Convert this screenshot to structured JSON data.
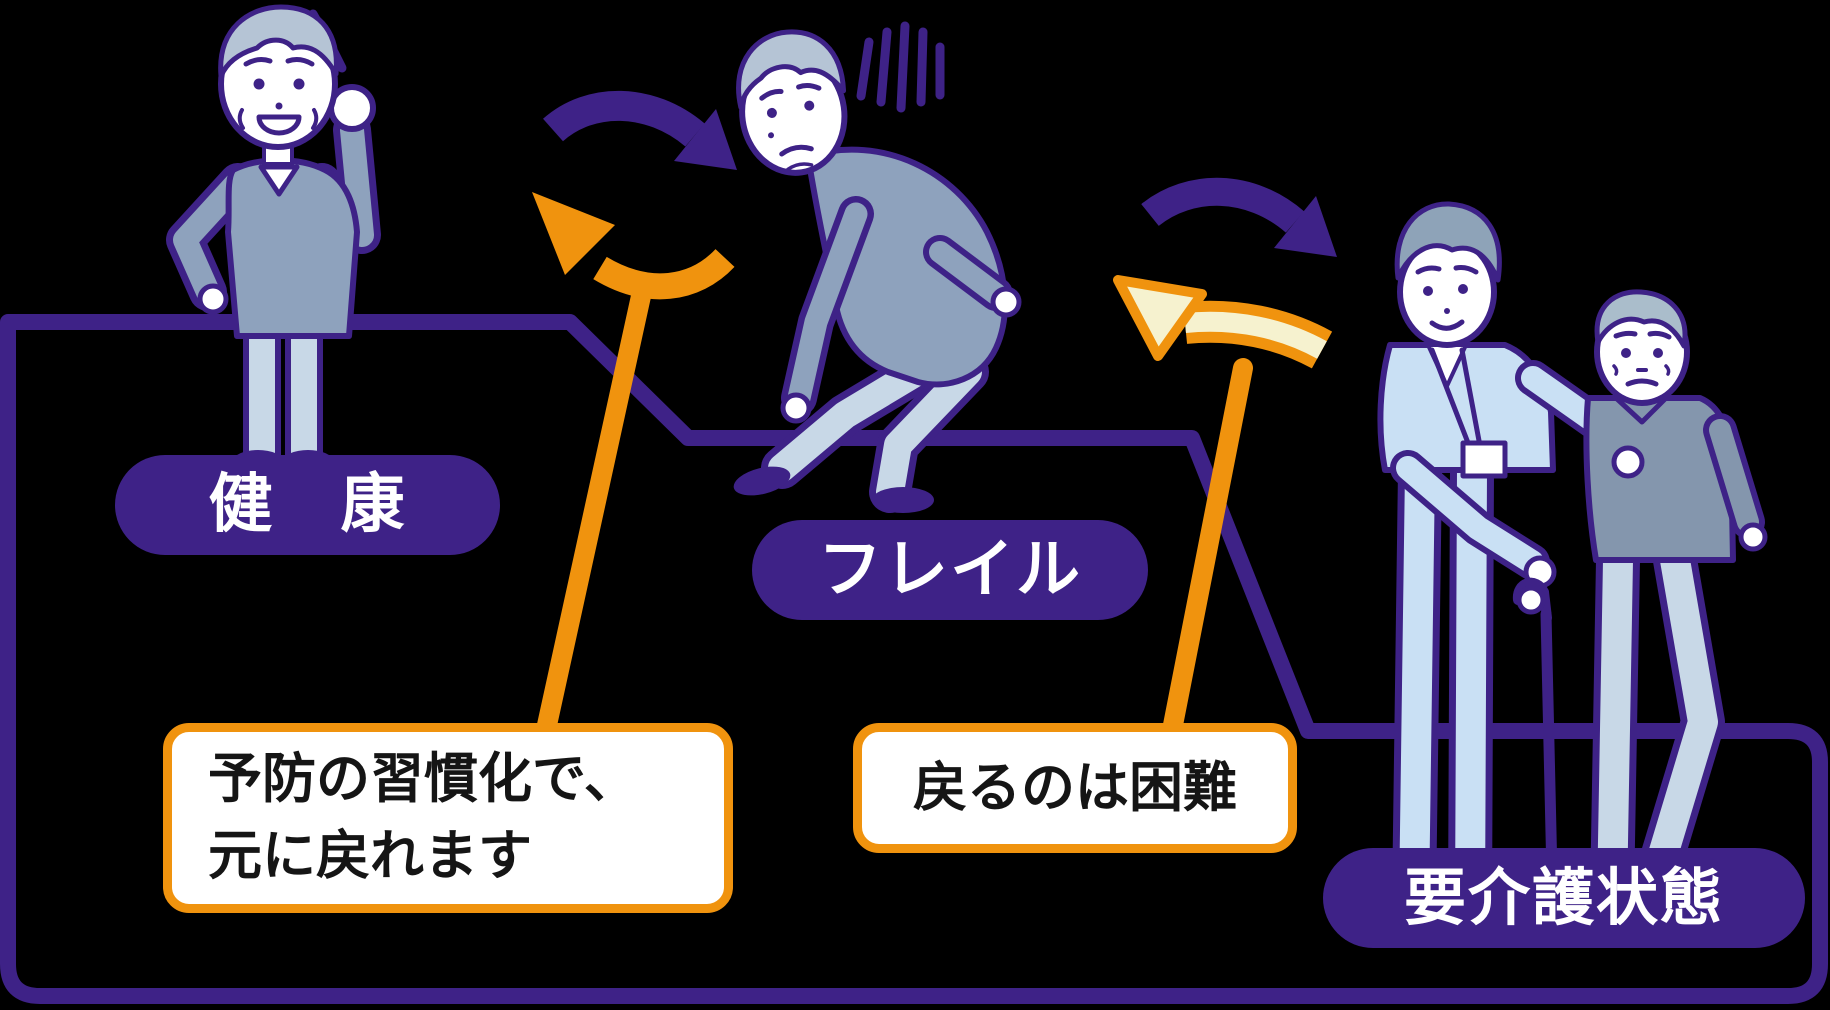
{
  "diagram_title": "frailty-progression-staircase",
  "palette": {
    "background": "#000000",
    "purple": "#3e2287",
    "orange": "#f0930e",
    "cream": "#f6f2cf",
    "white": "#ffffff",
    "ink": "#151515",
    "hair_light": "#b5c4d5",
    "hair_mid": "#8ea3b8",
    "hair_pale": "#aabdcb",
    "sweater": "#8ea2bd",
    "pants": "#c8d8e7",
    "scrub": "#c9e0f4",
    "shirt_dark": "#8496ad",
    "shoe_gray": "#9fb0bf"
  },
  "stages": [
    {
      "id": "health",
      "label": "健　康"
    },
    {
      "id": "frailty",
      "label": "フレイル"
    },
    {
      "id": "care_needed",
      "label": "要介護状態"
    }
  ],
  "callouts": [
    {
      "id": "prevention",
      "lines": [
        "予防の習慣化で、",
        "元に戻れます"
      ]
    },
    {
      "id": "hard_to_return",
      "lines": [
        "戻るのは困難"
      ]
    }
  ]
}
